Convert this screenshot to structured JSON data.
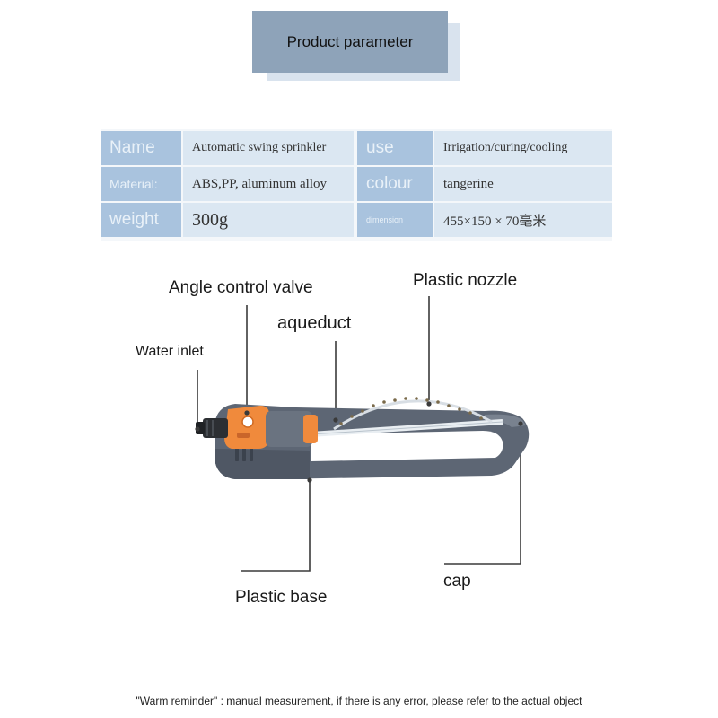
{
  "header": {
    "title": "Product parameter"
  },
  "params": {
    "rows": [
      {
        "label1": "Name",
        "value1": "Automatic swing sprinkler",
        "label2": "use",
        "value2": "Irrigation/curing/cooling"
      },
      {
        "label1": "Material:",
        "value1": "ABS,PP, aluminum alloy",
        "label2": "colour",
        "value2": "tangerine"
      },
      {
        "label1": "weight",
        "value1": "300g",
        "label2": "dimension",
        "value2": "455×150 × 70毫米"
      }
    ]
  },
  "callouts": {
    "angle_control_valve": "Angle control valve",
    "plastic_nozzle": "Plastic nozzle",
    "aqueduct": "aqueduct",
    "water_inlet": "Water inlet",
    "plastic_base": "Plastic base",
    "cap": "cap"
  },
  "colors": {
    "accent": "#f08a3c",
    "body": "#5d6674",
    "header": "#8ea3b9",
    "table_label": "#a9c3de",
    "table_value": "#dbe7f2"
  },
  "footnote": "\"Warm reminder\" : manual measurement, if there is any error, please refer to the actual object"
}
